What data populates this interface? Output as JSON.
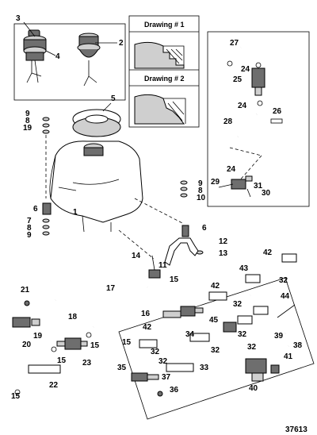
{
  "callouts": {
    "c1": "1",
    "c2": "2",
    "c3": "3",
    "c4": "4",
    "c5": "5",
    "c6a": "6",
    "c6b": "6",
    "c7": "7",
    "c8a": "8",
    "c8b": "8",
    "c8c": "8",
    "c9a": "9",
    "c9b": "9",
    "c9c": "9",
    "c10": "10",
    "c11": "11",
    "c12": "12",
    "c13": "13",
    "c14": "14",
    "c15a": "15",
    "c15b": "15",
    "c15c": "15",
    "c15d": "15",
    "c15e": "15",
    "c16": "16",
    "c17": "17",
    "c18": "18",
    "c19a": "19",
    "c19b": "19",
    "c20": "20",
    "c21": "21",
    "c22": "22",
    "c23": "23",
    "c24a": "24",
    "c24b": "24",
    "c24c": "24",
    "c25": "25",
    "c26": "26",
    "c27": "27",
    "c28": "28",
    "c29": "29",
    "c30": "30",
    "c31": "31",
    "c32a": "32",
    "c32b": "32",
    "c32c": "32",
    "c32d": "32",
    "c32e": "32",
    "c32f": "32",
    "c32g": "32",
    "c33": "33",
    "c34": "34",
    "c35": "35",
    "c36": "36",
    "c37": "37",
    "c38": "38",
    "c39": "39",
    "c40": "40",
    "c41": "41",
    "c42a": "42",
    "c42b": "42",
    "c42c": "42",
    "c43": "43",
    "c44": "44",
    "c45": "45"
  },
  "drawing1_title": "Drawing # 1",
  "drawing2_title": "Drawing # 2",
  "figure_number": "37613"
}
